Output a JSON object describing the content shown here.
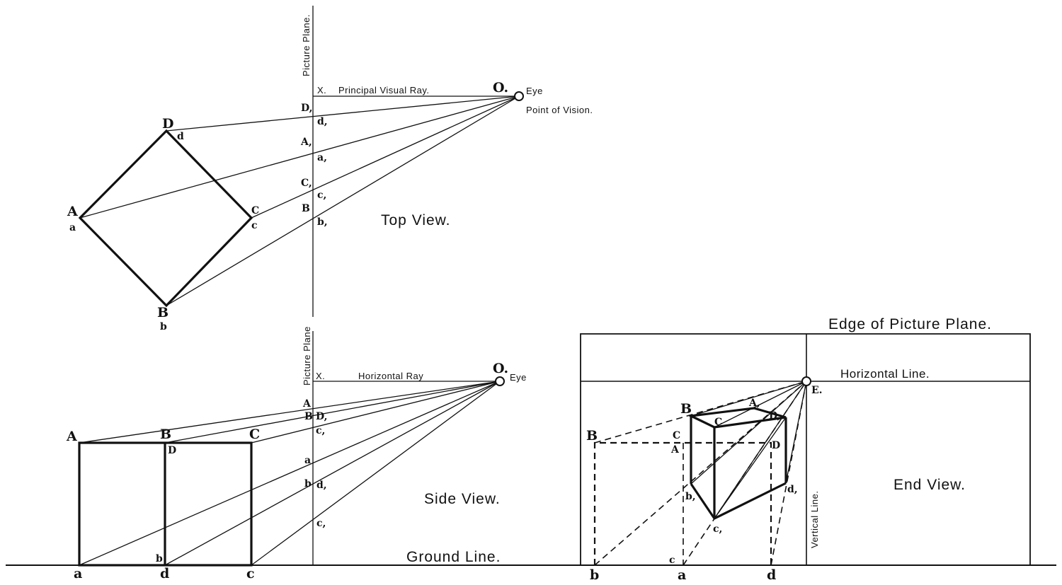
{
  "top_view": {
    "title": "Top View.",
    "picture_plane": "Picture Plane.",
    "principal_ray": "Principal Visual Ray.",
    "eye_point": "O.",
    "eye": "Eye",
    "point_of_vision": "Point of Vision.",
    "points": [
      "D",
      "d",
      "A",
      "a",
      "B",
      "b",
      "C",
      "c"
    ],
    "plane_points": [
      "X.",
      "D,",
      "d,",
      "A,",
      "a,",
      "C,",
      "c,",
      "B",
      "b,"
    ]
  },
  "side_view": {
    "title": "Side View.",
    "picture_plane": "Picture Plane",
    "horizontal_ray": "Horizontal Ray",
    "eye_point": "O.",
    "eye": "Eye",
    "ground_line": "Ground Line.",
    "points": [
      "A",
      "B",
      "C",
      "D",
      "a",
      "b",
      "d",
      "c"
    ],
    "plane_points": [
      "X.",
      "A",
      "B",
      "D,",
      "c,",
      "a",
      "b",
      "d,",
      "c,"
    ]
  },
  "end_view": {
    "title": "End View.",
    "edge_label": "Edge of Picture Plane.",
    "horizontal_line": "Horizontal Line.",
    "vertical_line": "Vertical Line.",
    "eye_point": "E.",
    "points": [
      "B",
      "A,",
      "C",
      "D,",
      "b,",
      "d,",
      "c,",
      "B",
      "C",
      "A",
      "D",
      "b",
      "c",
      "a",
      "d"
    ]
  }
}
